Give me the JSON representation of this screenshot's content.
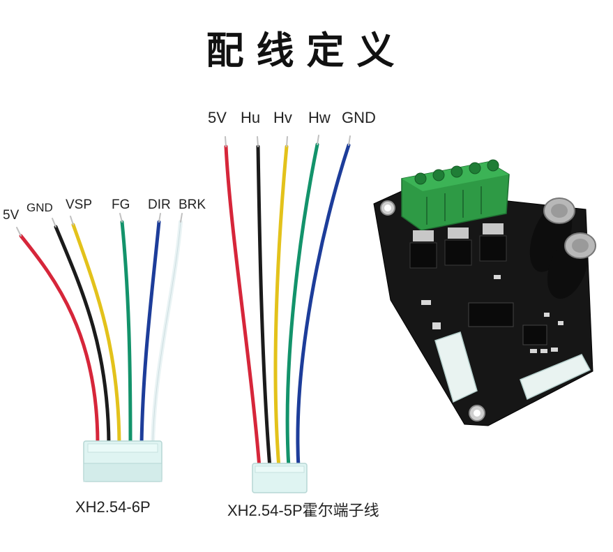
{
  "title": "配线定义",
  "left_cable": {
    "labels": [
      "5V",
      "GND",
      "VSP",
      "FG",
      "DIR",
      "BRK"
    ],
    "caption": "XH2.54-6P"
  },
  "middle_cable": {
    "labels": [
      "5V",
      "Hu",
      "Hv",
      "Hw",
      "GND"
    ],
    "caption": "XH2.54-5P霍尔端子线"
  },
  "colors": {
    "red": "#d6263a",
    "black": "#1b1b1b",
    "yellow": "#e3c21b",
    "green": "#13936b",
    "blue": "#1d3d9a",
    "white": "#e9f3f4",
    "connector": "#dff4f2",
    "pcb": "#161616",
    "terminal": "#2e9a45"
  },
  "icons": [
    "wire-cable-6p",
    "wire-cable-5p",
    "motor-driver-board"
  ]
}
